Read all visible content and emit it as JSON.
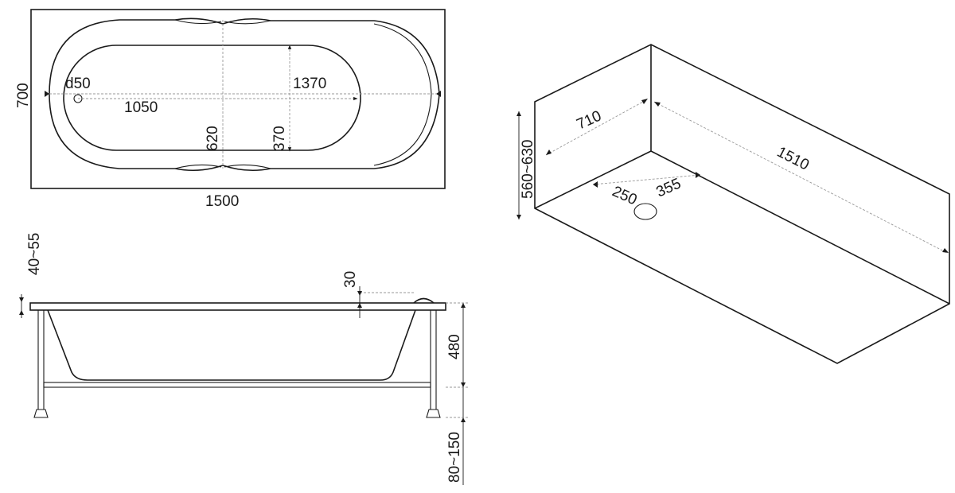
{
  "top_view": {
    "width": "1500",
    "depth": "700",
    "drain": "d50",
    "inner_length": "1050",
    "outer_length": "1370",
    "inner_width": "620",
    "half_width": "370"
  },
  "side_view": {
    "rim": "40~55",
    "lip": "30",
    "height": "480",
    "legs": "80~150"
  },
  "iso_view": {
    "depth": "710",
    "length": "1510",
    "height": "560~630",
    "drain_x": "250",
    "drain_y": "355"
  }
}
